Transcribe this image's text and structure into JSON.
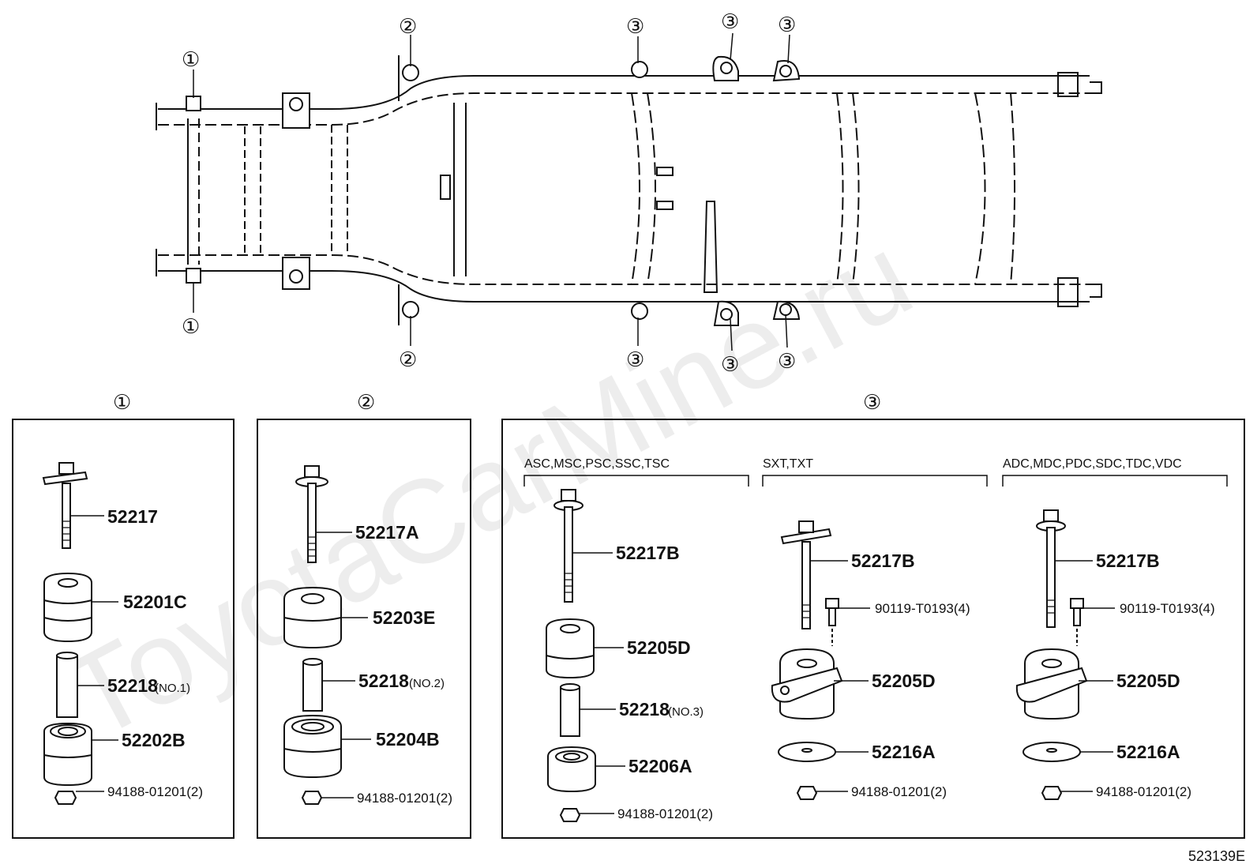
{
  "callouts": {
    "c1": "①",
    "c2": "②",
    "c3": "③"
  },
  "panel1": {
    "parts": [
      "52217",
      "52201C",
      "52218",
      "52202B",
      "94188-01201(2)"
    ],
    "note_52218": "(NO.1)"
  },
  "panel2": {
    "parts": [
      "52217A",
      "52203E",
      "52218",
      "52204B",
      "94188-01201(2)"
    ],
    "note_52218": "(NO.2)"
  },
  "panel3": {
    "group_a": {
      "title": "ASC,MSC,PSC,SSC,TSC",
      "parts": [
        "52217B",
        "52205D",
        "52218",
        "52206A",
        "94188-01201(2)"
      ],
      "note_52218": "(NO.3)"
    },
    "group_b": {
      "title": "SXT,TXT",
      "parts": [
        "52217B",
        "90119-T0193(4)",
        "52205D",
        "52216A",
        "94188-01201(2)"
      ]
    },
    "group_c": {
      "title": "ADC,MDC,PDC,SDC,TDC,VDC",
      "parts": [
        "52217B",
        "90119-T0193(4)",
        "52205D",
        "52216A",
        "94188-01201(2)"
      ]
    }
  },
  "figure_id": "523139E",
  "watermark": "ToyotaCarMine.ru"
}
